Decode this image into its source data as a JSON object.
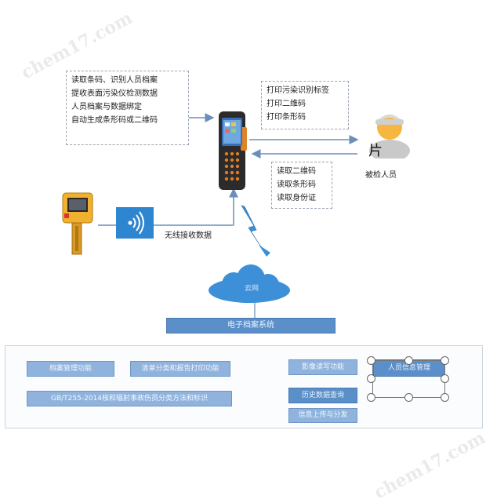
{
  "left_box": {
    "lines": [
      "读取条码、识别人员档案",
      "提收表面污染仪检测数据",
      "人员档案与数据绑定",
      "自动生成条形码或二维码"
    ]
  },
  "right_top_box": {
    "lines": [
      "打印污染识别标签",
      "打印二维码",
      "打印条形码"
    ]
  },
  "right_mid_box": {
    "lines": [
      "读取二维码",
      "读取条形码",
      "读取身份证"
    ]
  },
  "person": {
    "label": "被检人员",
    "badge": "片"
  },
  "wireless": {
    "label": "无线接收数据"
  },
  "cloud": {
    "label": "云网"
  },
  "system_bar": {
    "label": "电子档案系统"
  },
  "panel": {
    "btn1": "档案管理功能",
    "btn2": "清单分类和报告打印功能",
    "btn3": "GB/T255-2014核和辐射事故伤员分类方法和标识",
    "btn4": "影像读写功能",
    "btn5": "人员信息管理",
    "btn6": "历史数据查询",
    "btn7": "信息上传与分发"
  },
  "watermarks": [
    "chem17.com",
    "chem17.com"
  ]
}
